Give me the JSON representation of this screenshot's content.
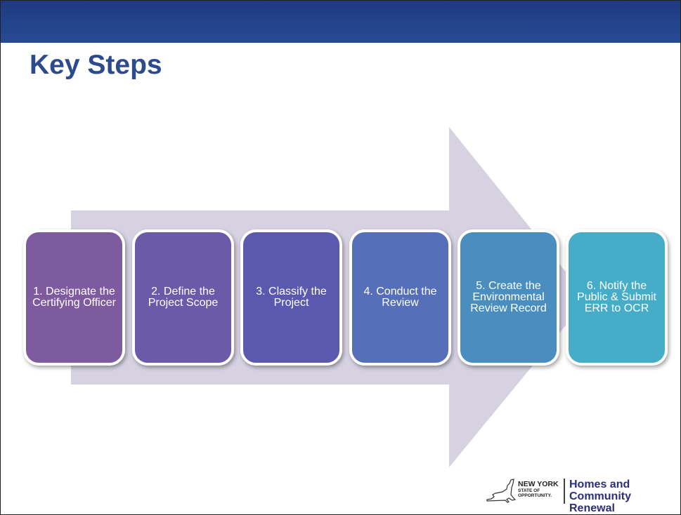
{
  "slide": {
    "title": "Key Steps"
  },
  "steps": [
    {
      "label": "1. Designate the Certifying Officer",
      "color": "#7e5a9f"
    },
    {
      "label": "2. Define the Project Scope",
      "color": "#6b5aa8"
    },
    {
      "label": "3. Classify the Project",
      "color": "#5a59ae"
    },
    {
      "label": "4. Conduct the Review",
      "color": "#5570b8"
    },
    {
      "label": "5. Create the Environmental Review Record",
      "color": "#4a8ec0"
    },
    {
      "label": "6. Notify the Public & Submit ERR to OCR",
      "color": "#46adc8"
    }
  ],
  "colors": {
    "topbar": "#1e3a80",
    "title": "#2c4a8e",
    "arrow": "#d6d2e2"
  },
  "logo": {
    "state_name": "NEW YORK",
    "tagline_1": "STATE OF",
    "tagline_2": "OPPORTUNITY.",
    "agency_line_1": "Homes and",
    "agency_line_2": "Community Renewal",
    "icon": "new-york-state-outline-icon"
  }
}
